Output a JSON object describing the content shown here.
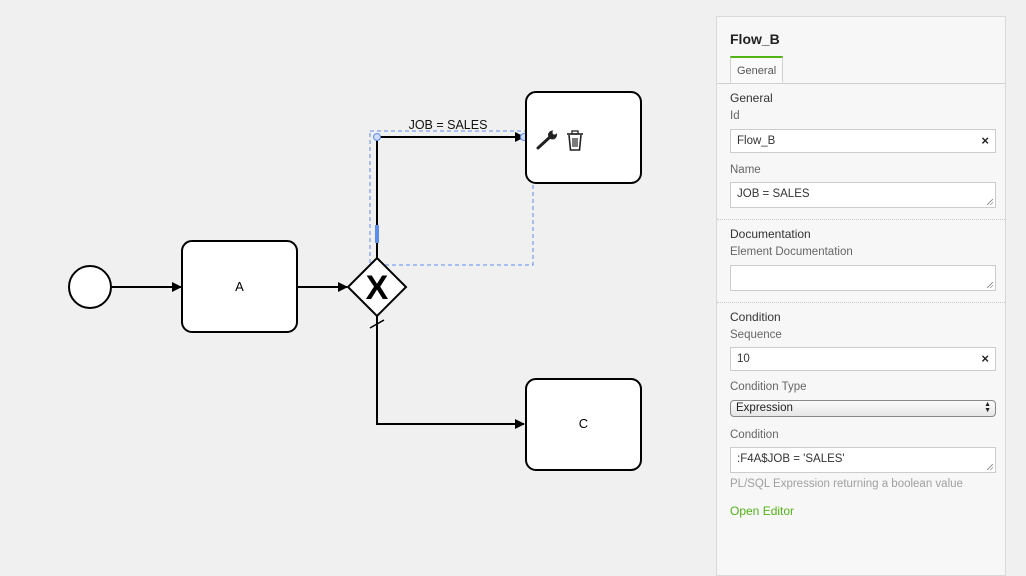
{
  "diagram": {
    "nodes": {
      "task_a": "A",
      "task_c": "C",
      "gateway_symbol": "X"
    },
    "edges": {
      "flow_b_label": "JOB = SALES"
    },
    "context_icons": [
      "wrench-icon",
      "trash-icon"
    ],
    "selection_color": "#5b8def"
  },
  "panel": {
    "title": "Flow_B",
    "tab": "General",
    "accent_color": "#52b415",
    "general": {
      "heading": "General",
      "id_label": "Id",
      "id_value": "Flow_B",
      "clear_symbol": "×",
      "name_label": "Name",
      "name_value": "JOB = SALES"
    },
    "documentation": {
      "heading": "Documentation",
      "element_doc_label": "Element Documentation",
      "element_doc_value": ""
    },
    "condition": {
      "heading": "Condition",
      "sequence_label": "Sequence",
      "sequence_value": "10",
      "clear_symbol": "×",
      "type_label": "Condition Type",
      "type_value": "Expression",
      "condition_label": "Condition",
      "condition_value": ":F4A$JOB = 'SALES'",
      "hint": "PL/SQL Expression returning a boolean value",
      "open_editor": "Open Editor"
    }
  }
}
